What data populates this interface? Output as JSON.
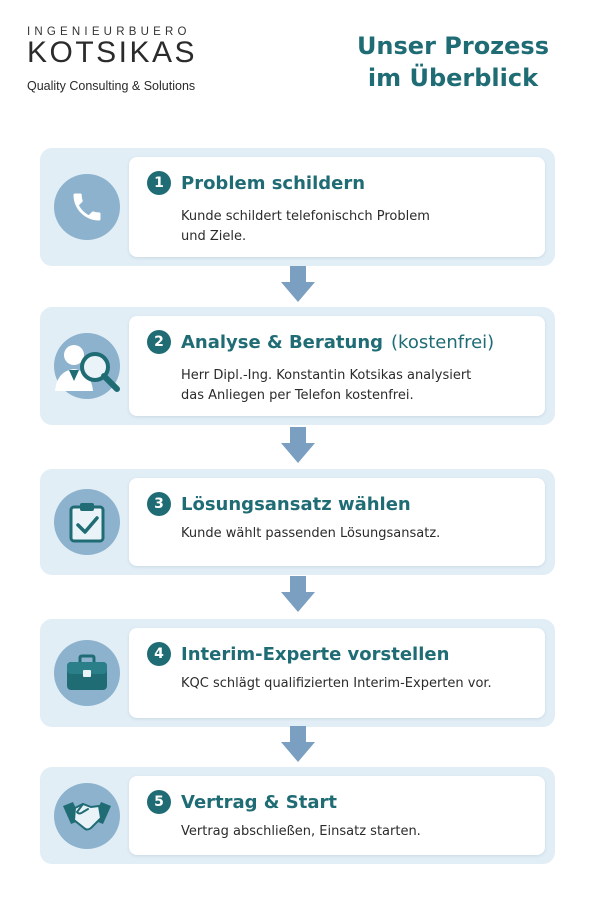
{
  "logo": {
    "line1": "INGENIEURBUERO",
    "line2": "KOTSIKAS",
    "tagline": "Quality Consulting & Solutions"
  },
  "title": {
    "line1": "Unser Prozess",
    "line2": "im Überblick"
  },
  "colors": {
    "accent": "#1f6c75",
    "panel": "#e2eef6",
    "icon_bg": "#8cb2ce",
    "arrow": "#7a9fc0"
  },
  "steps": [
    {
      "number": "1",
      "title": "Problem schildern",
      "subtitle": "",
      "desc_line1": "Kunde schildert telefonischch Problem",
      "desc_line2": "und Ziele.",
      "icon": "phone-icon"
    },
    {
      "number": "2",
      "title": "Analyse & Beratung",
      "subtitle": "(kostenfrei)",
      "desc_line1": "Herr Dipl.-Ing. Konstantin Kotsikas analysiert",
      "desc_line2": "das Anliegen per Telefon kostenfrei.",
      "icon": "consultant-magnifier-icon"
    },
    {
      "number": "3",
      "title": "Lösungsansatz wählen",
      "subtitle": "",
      "desc_line1": "Kunde wählt passenden Lösungsansatz.",
      "desc_line2": "",
      "icon": "clipboard-check-icon"
    },
    {
      "number": "4",
      "title": "Interim-Experte vorstellen",
      "subtitle": "",
      "desc_line1": "KQC schlägt qualifizierten Interim-Experten vor.",
      "desc_line2": "",
      "icon": "briefcase-icon"
    },
    {
      "number": "5",
      "title": "Vertrag & Start",
      "subtitle": "",
      "desc_line1": "Vertrag abschließen, Einsatz starten.",
      "desc_line2": "",
      "icon": "handshake-icon"
    }
  ]
}
